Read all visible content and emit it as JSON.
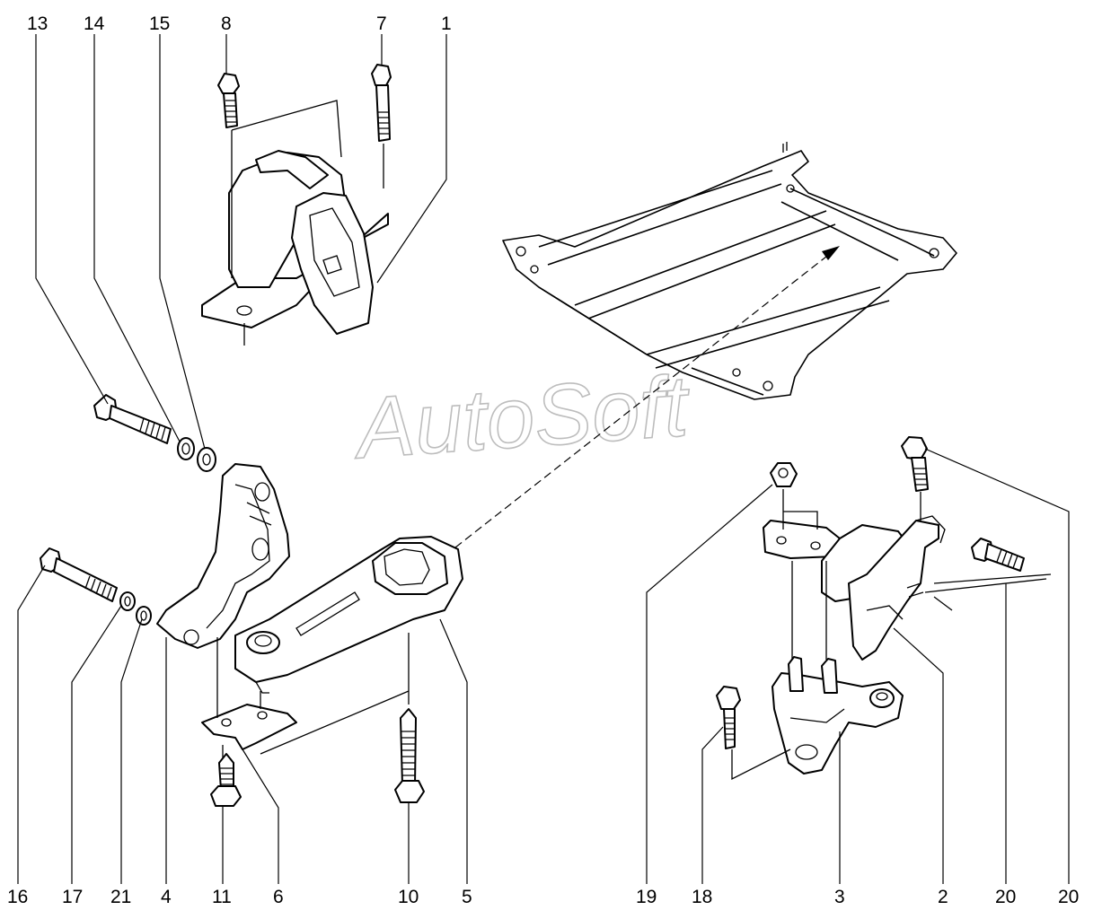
{
  "watermark": "AutoSoft",
  "callouts": {
    "n13": "13",
    "n14": "14",
    "n15": "15",
    "n8": "8",
    "n7": "7",
    "n1": "1",
    "n16": "16",
    "n17": "17",
    "n21": "21",
    "n4": "4",
    "n11": "11",
    "n6": "6",
    "n10": "10",
    "n5": "5",
    "n19": "19",
    "n18": "18",
    "n3": "3",
    "n2": "2",
    "n20a": "20",
    "n20b": "20"
  },
  "parts": {
    "mount_right": "1",
    "mount_left": "2",
    "bracket_left": "3",
    "bracket_gearbox": "4",
    "torque_rod": "5",
    "heat_shield": "6",
    "bolt_7": "7",
    "bolt_8": "8",
    "bolt_10": "10",
    "bolt_11": "11",
    "bolt_13": "13",
    "washer_14": "14",
    "washer_15": "15",
    "bolt_16": "16",
    "washer_17": "17",
    "bolt_18": "18",
    "nut_19": "19",
    "bolt_20": "20",
    "washer_21": "21"
  },
  "icons": {
    "direction_arrow": "dashed-arrow-icon"
  }
}
